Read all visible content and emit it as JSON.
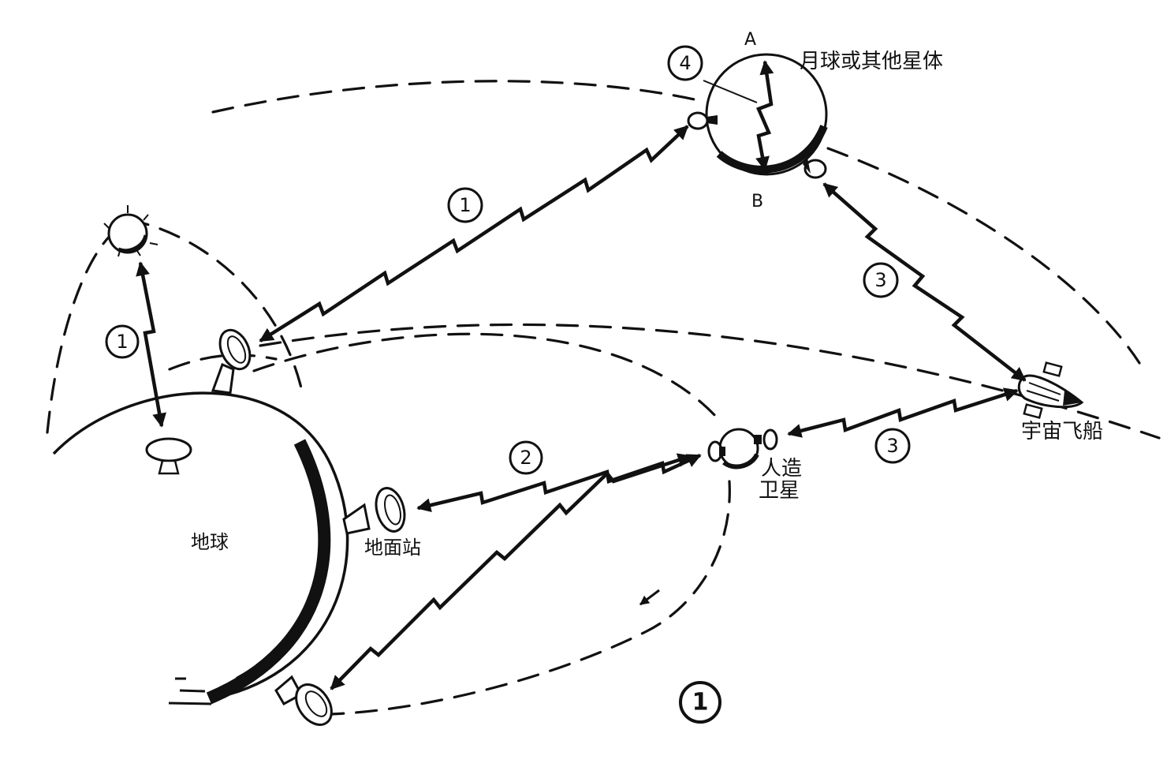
{
  "labels": {
    "moon": "月球或其他星体",
    "spacecraft": "宇宙飞船",
    "satellite_line1": "人造",
    "satellite_line2": "卫星",
    "earth": "地球",
    "ground_station": "地面站",
    "point_a": "A",
    "point_b": "B"
  },
  "markers": {
    "earth_moon_link": "1",
    "sat_earth_link": "1",
    "ground_satellite_link": "2",
    "moon_spacecraft_link": "3",
    "satellite_spacecraft_link": "3",
    "moon_relay": "4",
    "figure_number": "1"
  }
}
